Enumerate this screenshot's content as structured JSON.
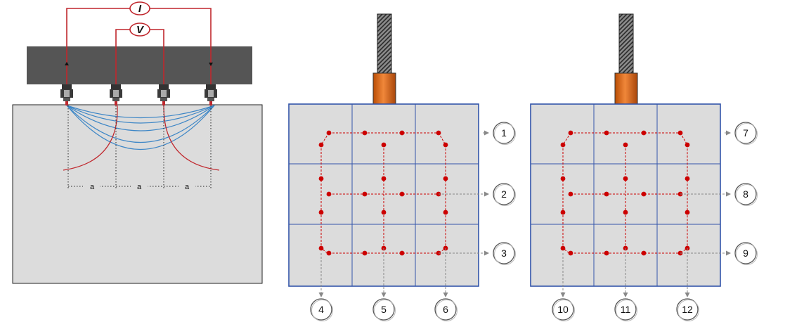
{
  "wenner_setup": {
    "current_meter": "I",
    "voltage_meter": "V",
    "spacing_labels": [
      "a",
      "a",
      "a"
    ]
  },
  "panels": [
    {
      "name": "panel-left",
      "row_labels": [
        "1",
        "2",
        "3"
      ],
      "column_labels": [
        "4",
        "5",
        "6"
      ]
    },
    {
      "name": "panel-right",
      "row_labels": [
        "7",
        "8",
        "9"
      ],
      "column_labels": [
        "10",
        "11",
        "12"
      ]
    }
  ],
  "colors": {
    "wire": "#c0272d",
    "field_line": "#3d86c6",
    "block_fill": "#dcdcdc",
    "beam_fill": "#555555",
    "grid_line": "#3355aa",
    "point": "#cc0000",
    "arrow": "#888888",
    "rod": "#444444",
    "cylinder": "#e36c0a"
  }
}
